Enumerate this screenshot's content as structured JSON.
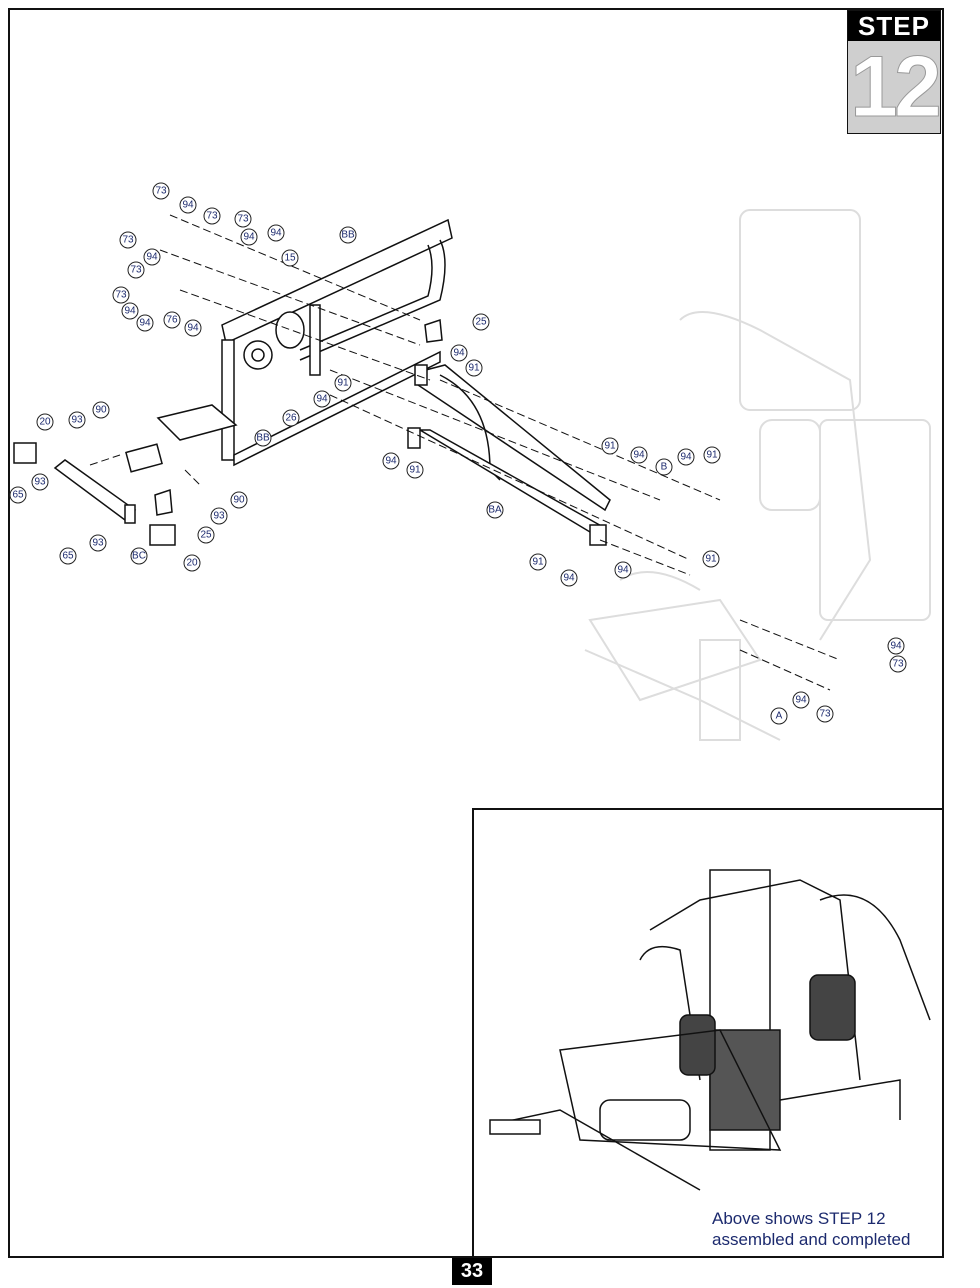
{
  "step": {
    "word": "STEP",
    "number": "12"
  },
  "callouts": [
    "73",
    "94",
    "73",
    "73",
    "94",
    "73",
    "94",
    "15",
    "94",
    "73",
    "73",
    "94",
    "94",
    "76",
    "94",
    "BB",
    "25",
    "94",
    "91",
    "26",
    "94",
    "91",
    "BB",
    "20",
    "93",
    "90",
    "93",
    "65",
    "93",
    "65",
    "BC",
    "20",
    "25",
    "93",
    "90",
    "94",
    "91",
    "91",
    "94",
    "B",
    "94",
    "91",
    "BA",
    "91",
    "94",
    "94",
    "91",
    "94",
    "73",
    "94",
    "73",
    "A"
  ],
  "inset": {
    "caption_line1": "Above shows STEP 12",
    "caption_line2": "assembled and completed"
  },
  "page_number": "33"
}
